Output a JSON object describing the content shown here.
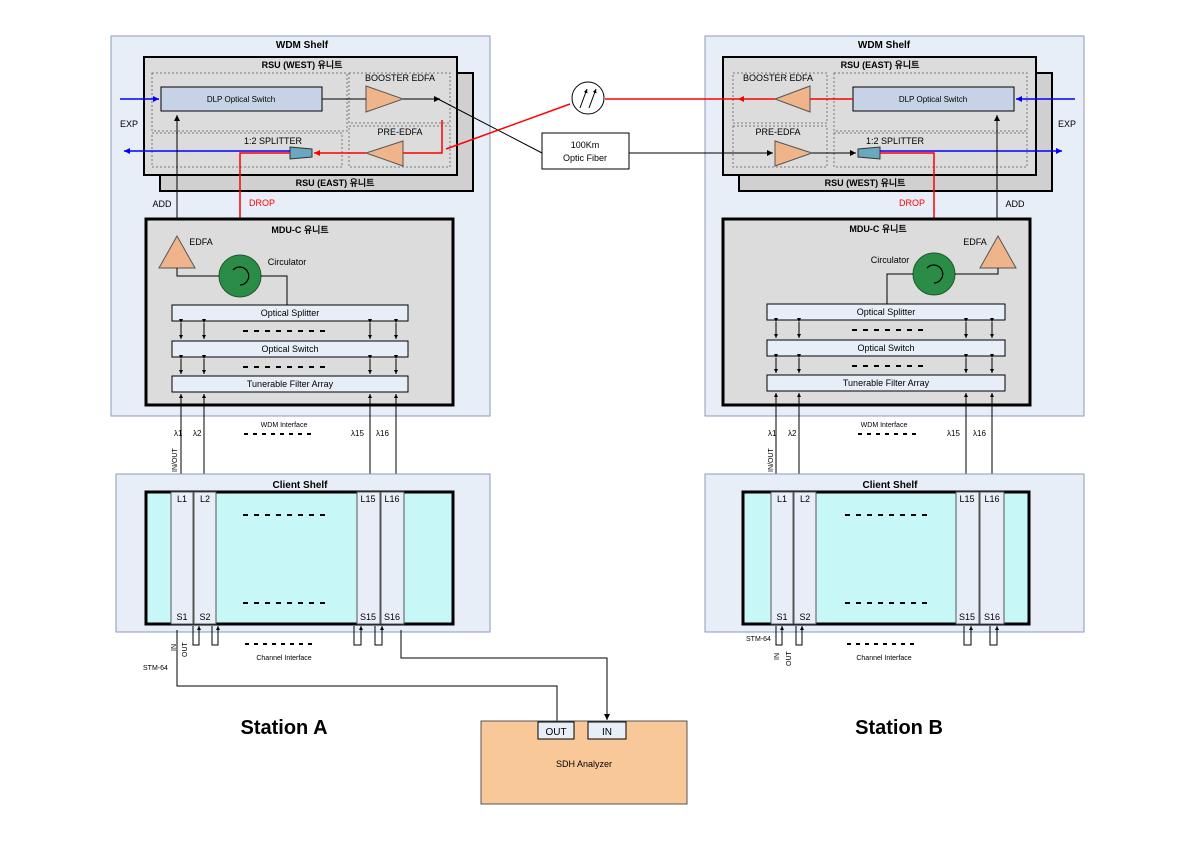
{
  "stations": {
    "a": {
      "title": "Station A",
      "wdm_shelf": "WDM Shelf",
      "rsu_front": "RSU (WEST) 유니트",
      "rsu_back": "RSU (EAST) 유니트",
      "booster": "BOOSTER EDFA",
      "pre_edfa": "PRE-EDFA",
      "dlp": "DLP Optical Switch",
      "splitter": "1:2 SPLITTER",
      "exp": "EXP",
      "add": "ADD",
      "drop": "DROP",
      "mdu": "MDU-C 유니트",
      "edfa": "EDFA",
      "circulator": "Circulator",
      "optical_splitter": "Optical Splitter",
      "optical_switch": "Optical Switch",
      "filter_array": "Tunerable Filter Array",
      "wdm_interface": "WDM Interface",
      "lambdas": [
        "λ1",
        "λ2",
        "λ15",
        "λ16"
      ],
      "inout": "IN/OUT",
      "client_shelf": "Client Shelf",
      "l_ports": [
        "L1",
        "L2",
        "L15",
        "L16"
      ],
      "s_ports": [
        "S1",
        "S2",
        "S15",
        "S16"
      ],
      "in": "IN",
      "out": "OUT",
      "stm": "STM-64",
      "channel_interface": "Channel Interface"
    },
    "b": {
      "title": "Station B",
      "wdm_shelf": "WDM Shelf",
      "rsu_front": "RSU (EAST) 유니트",
      "rsu_back": "RSU (WEST) 유니트",
      "booster": "BOOSTER EDFA",
      "pre_edfa": "PRE-EDFA",
      "dlp": "DLP Optical Switch",
      "splitter": "1:2 SPLITTER",
      "exp": "EXP",
      "add": "ADD",
      "drop": "DROP",
      "mdu": "MDU-C 유니트",
      "edfa": "EDFA",
      "circulator": "Circulator",
      "optical_splitter": "Optical Splitter",
      "optical_switch": "Optical Switch",
      "filter_array": "Tunerable Filter Array",
      "wdm_interface": "WDM Interface",
      "lambdas": [
        "λ1",
        "λ2",
        "λ15",
        "λ16"
      ],
      "inout": "IN/OUT",
      "client_shelf": "Client Shelf",
      "l_ports": [
        "L1",
        "L2",
        "L15",
        "L16"
      ],
      "s_ports": [
        "S1",
        "S2",
        "S15",
        "S16"
      ],
      "in": "IN",
      "out": "OUT",
      "stm": "STM-64",
      "channel_interface": "Channel Interface"
    }
  },
  "fiber": {
    "line1": "100Km",
    "line2": "Optic Fiber"
  },
  "analyzer": {
    "name": "SDH Analyzer",
    "out": "OUT",
    "in": "IN"
  },
  "colors": {
    "shelf_bg": "#e8eef7",
    "unit_bg": "#d9d9d9",
    "dlp_fill": "#c6d3e6",
    "amp_fill": "#f0b48a",
    "circulator": "#2a8c46",
    "client_fill": "#c8f7f7",
    "analyzer_fill": "#f8c898",
    "drop_red": "#ff0000",
    "exp_blue": "#0000ff"
  }
}
